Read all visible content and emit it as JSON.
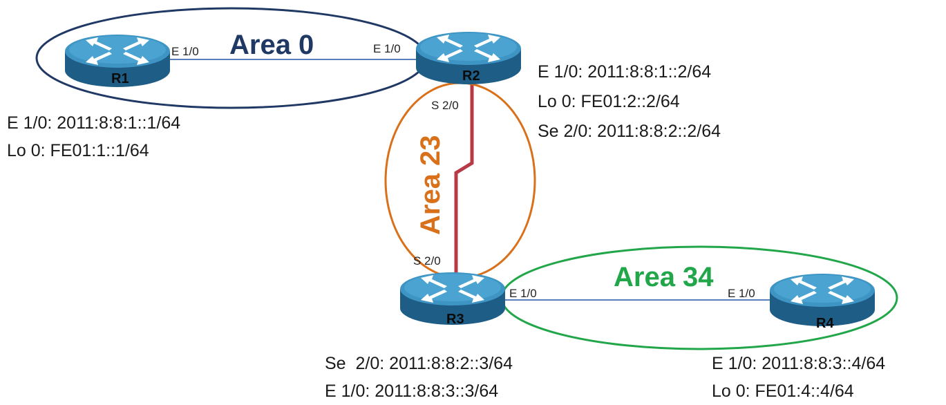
{
  "colors": {
    "area0": "#1f3864",
    "area23": "#d9701a",
    "area34": "#22a64a",
    "serial_link": "#b83a44",
    "ethernet_link": "#5a7fb8",
    "router_top": "#3e95c4",
    "router_side": "#1d5d86"
  },
  "areas": {
    "area0": "Area 0",
    "area23": "Area 23",
    "area34": "Area 34"
  },
  "routers": {
    "r1": {
      "name": "R1",
      "addresses": [
        "E 1/0: 2011:8:8:1::1/64",
        "Lo 0: FE01:1::1/64"
      ]
    },
    "r2": {
      "name": "R2",
      "addresses": [
        "E 1/0: 2011:8:8:1::2/64",
        "Lo 0: FE01:2::2/64",
        "Se 2/0: 2011:8:8:2::2/64"
      ]
    },
    "r3": {
      "name": "R3",
      "addresses": [
        "Se  2/0: 2011:8:8:2::3/64",
        "E 1/0: 2011:8:8:3::3/64"
      ]
    },
    "r4": {
      "name": "R4",
      "addresses": [
        "E 1/0: 2011:8:8:3::4/64",
        "Lo 0: FE01:4::4/64"
      ]
    }
  },
  "interfaces": {
    "r1_e10": "E 1/0",
    "r2_e10": "E 1/0",
    "r2_s20": "S 2/0",
    "r3_s20": "S 2/0",
    "r3_e10": "E 1/0",
    "r4_e10": "E 1/0"
  },
  "icons": {
    "router": "router-icon"
  }
}
